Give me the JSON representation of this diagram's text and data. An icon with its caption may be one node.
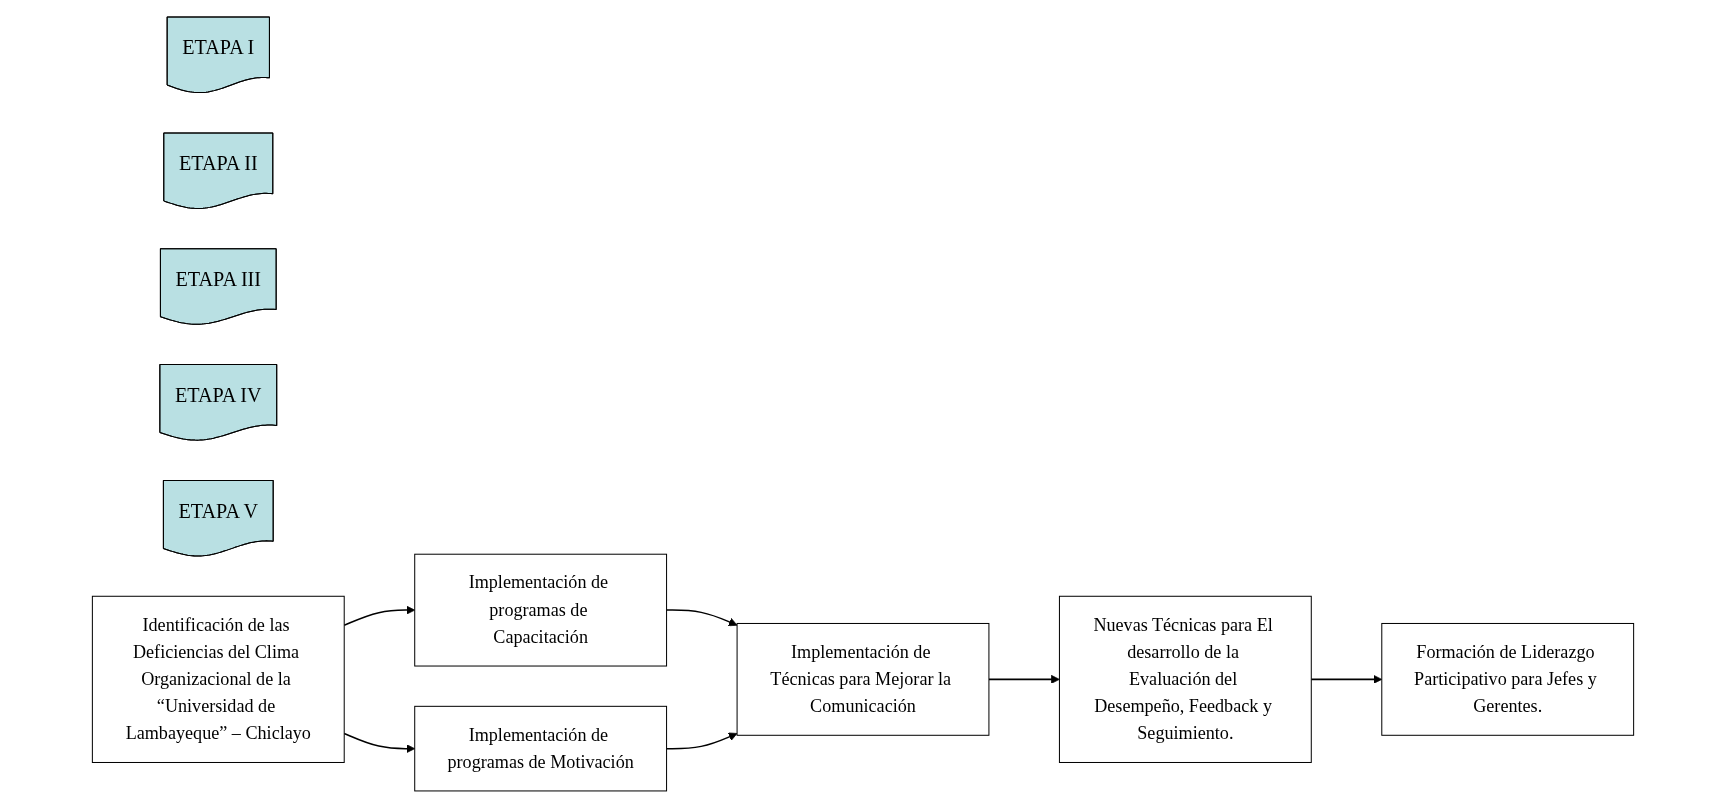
{
  "diagram": {
    "nodes": [
      {
        "text": [
          "ETAPA I"
        ]
      },
      {
        "text": [
          "ETAPA II"
        ]
      },
      {
        "text": [
          "ETAPA III"
        ]
      },
      {
        "text": [
          "ETAPA IV"
        ]
      },
      {
        "text": [
          "ETAPA V"
        ]
      },
      {
        "text": [
          "Identificación de las Deficiencias del Clima Organizacional de la “Universidad de Lambayeque” – Chiclayo"
        ]
      },
      {
        "text": [
          "Implementación de programas de Capacitación"
        ]
      },
      {
        "text": [
          "Implementación de programas de Motivación"
        ]
      },
      {
        "text": [
          "Implementación de Técnicas para Mejorar la Comunicación"
        ]
      },
      {
        "text": [
          "Nuevas Técnicas para El desarrollo de la Evaluación del Desempeño, Feedback y Seguimiento."
        ]
      },
      {
        "text": [
          "Formación de Liderazgo Participativo para Jefes y Gerentes."
        ]
      }
    ],
    "edges": [
      {
        "from": 5,
        "to": 6,
        "arrow": "to"
      },
      {
        "from": 5,
        "to": 7,
        "arrow": "to"
      },
      {
        "from": 6,
        "to": 8,
        "arrow": "to"
      },
      {
        "from": 7,
        "to": 8,
        "arrow": "to"
      },
      {
        "from": 8,
        "to": 9,
        "arrow": "to"
      },
      {
        "from": 9,
        "to": 10,
        "arrow": "to"
      }
    ]
  }
}
